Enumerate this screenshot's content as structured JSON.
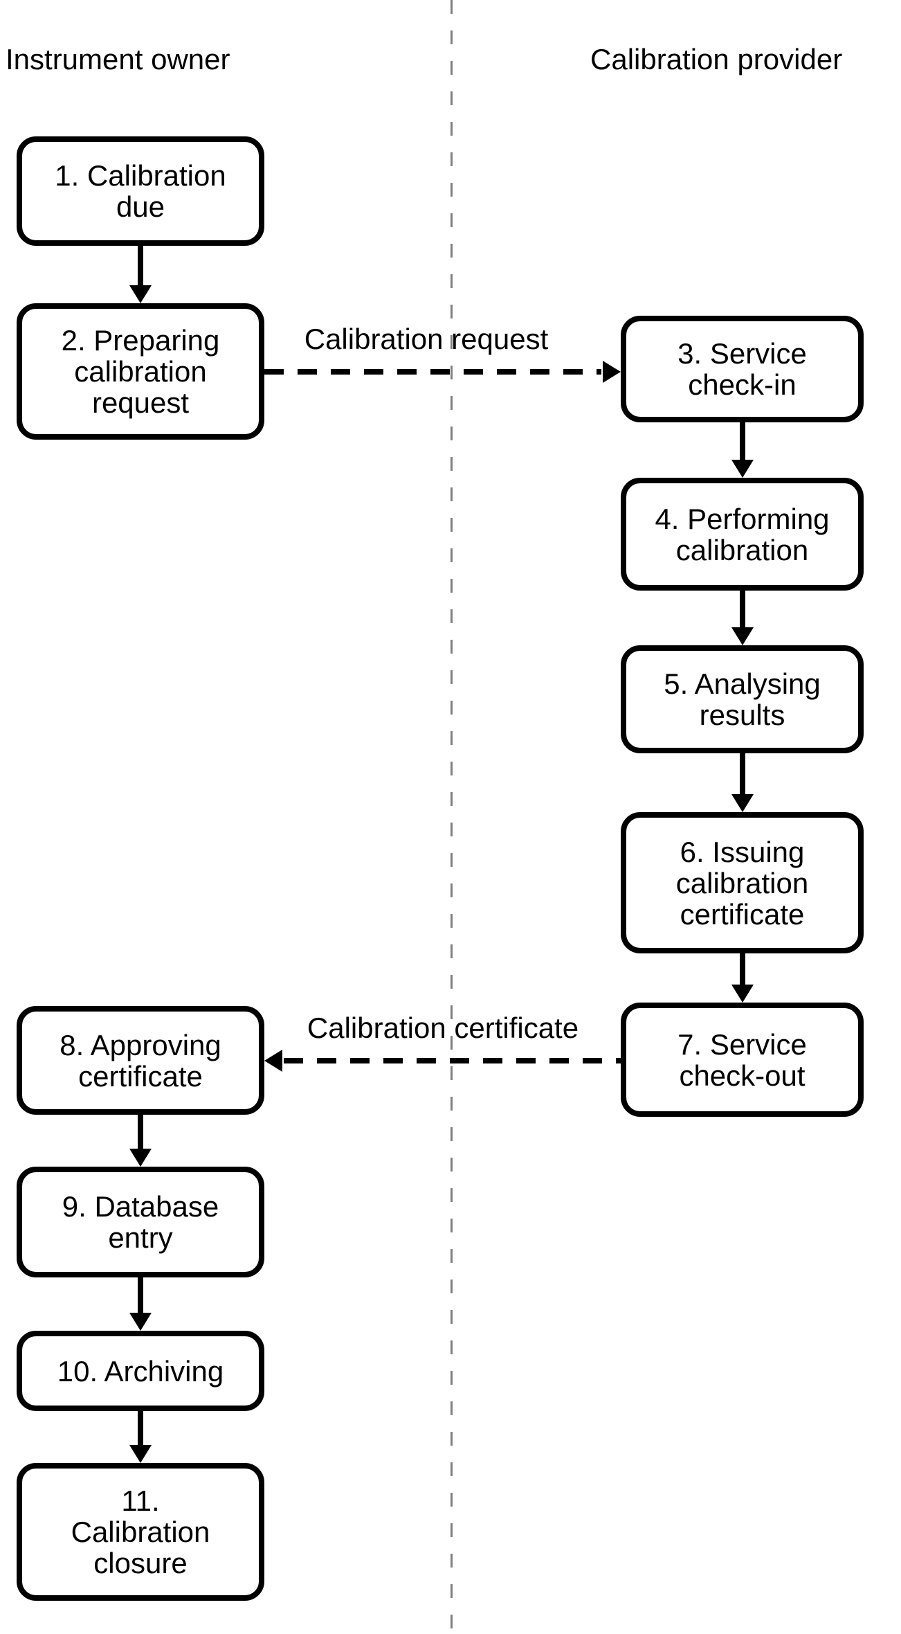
{
  "diagram": {
    "lanes": [
      {
        "title": "Instrument owner"
      },
      {
        "title": "Calibration provider"
      }
    ],
    "nodes": [
      {
        "step": "1",
        "lane": "Instrument owner",
        "label": "1. Calibration\ndue"
      },
      {
        "step": "2",
        "lane": "Instrument owner",
        "label": "2. Preparing\ncalibration\nrequest"
      },
      {
        "step": "3",
        "lane": "Calibration provider",
        "label": "3. Service\ncheck-in"
      },
      {
        "step": "4",
        "lane": "Calibration provider",
        "label": "4. Performing\ncalibration"
      },
      {
        "step": "5",
        "lane": "Calibration provider",
        "label": "5. Analysing\nresults"
      },
      {
        "step": "6",
        "lane": "Calibration provider",
        "label": "6. Issuing\ncalibration\ncertificate"
      },
      {
        "step": "7",
        "lane": "Calibration provider",
        "label": "7. Service\ncheck-out"
      },
      {
        "step": "8",
        "lane": "Instrument owner",
        "label": "8. Approving\ncertificate"
      },
      {
        "step": "9",
        "lane": "Instrument owner",
        "label": "9. Database\nentry"
      },
      {
        "step": "10",
        "lane": "Instrument owner",
        "label": "10. Archiving"
      },
      {
        "step": "11",
        "lane": "Instrument owner",
        "label": "11.\nCalibration\nclosure"
      }
    ],
    "flows": [
      {
        "from": "1",
        "to": "2",
        "style": "solid",
        "label": ""
      },
      {
        "from": "2",
        "to": "3",
        "style": "dashed",
        "label": "Calibration request"
      },
      {
        "from": "3",
        "to": "4",
        "style": "solid",
        "label": ""
      },
      {
        "from": "4",
        "to": "5",
        "style": "solid",
        "label": ""
      },
      {
        "from": "5",
        "to": "6",
        "style": "solid",
        "label": ""
      },
      {
        "from": "6",
        "to": "7",
        "style": "solid",
        "label": ""
      },
      {
        "from": "7",
        "to": "8",
        "style": "dashed",
        "label": "Calibration certificate"
      },
      {
        "from": "8",
        "to": "9",
        "style": "solid",
        "label": ""
      },
      {
        "from": "9",
        "to": "10",
        "style": "solid",
        "label": ""
      },
      {
        "from": "10",
        "to": "11",
        "style": "solid",
        "label": ""
      }
    ],
    "colors": {
      "background": "#ffffff",
      "node_fill": "#ffffff",
      "node_border": "#000000",
      "text": "#000000",
      "flow_arrow": "#000000",
      "lane_divider": "#808080"
    }
  }
}
